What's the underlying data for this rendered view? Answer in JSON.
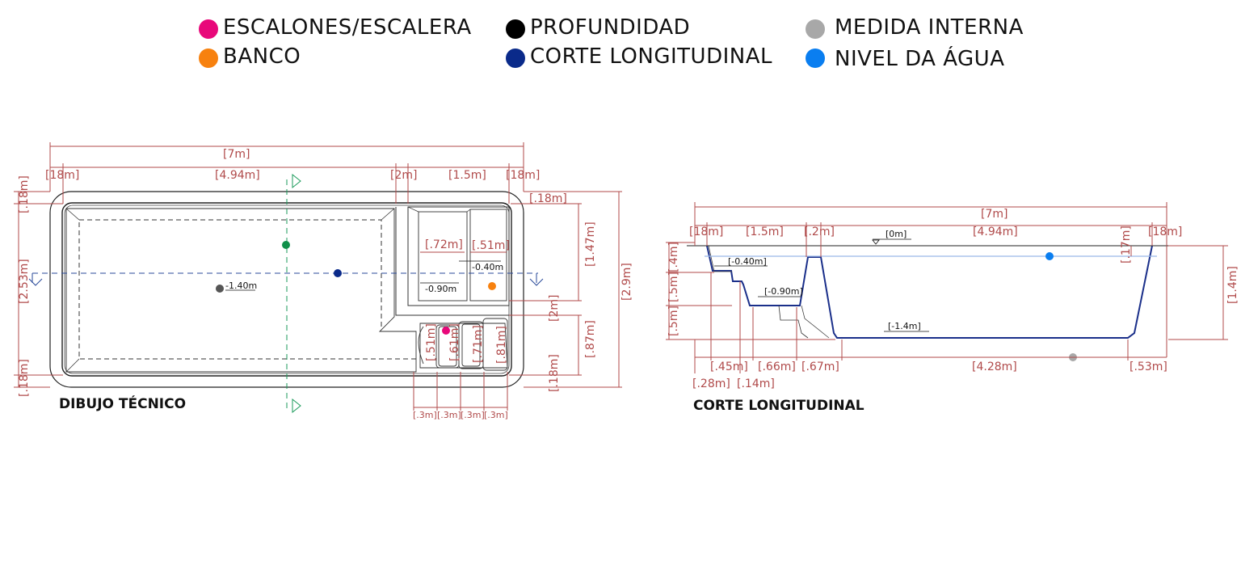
{
  "legend": [
    {
      "label": "ESCALONES/ESCALERA",
      "color": "#e8087a"
    },
    {
      "label": "BANCO",
      "color": "#f7810f"
    },
    {
      "label": "PROFUNDIDAD",
      "color": "#000000"
    },
    {
      "label": "CORTE LONGITUDINAL",
      "color": "#0a2a8a"
    },
    {
      "label": "MEDIDA INTERNA",
      "color": "#a8a8a8"
    },
    {
      "label": "NIVEL DA ÁGUA",
      "color": "#0a7ef0"
    }
  ],
  "plan": {
    "caption": "DIBUJO TÉCNICO",
    "dims": {
      "total_length": "[7m]",
      "seg_a": "[18m]",
      "seg_b": "[4.94m]",
      "seg_c": "[2m]",
      "seg_d": "[1.5m]",
      "seg_e": "[18m]",
      "right_top": "[.18m]",
      "left_top": "[.18m]",
      "left_mid": "[2.53m]",
      "left_bot": "[.18m]",
      "right_147": "[1.47m]",
      "right_2m": "[2m]",
      "right_87": "[.87m]",
      "right_bot18": "[.18m]",
      "total_width": "[2.9m]",
      "bench_72": "[.72m]",
      "bench_51": "[.51m]",
      "step_51": "[.51m]",
      "step_61": "[.61m]",
      "step_71": "[.71m]",
      "step_81": "[.81m]",
      "tread_1": "[.3m]",
      "tread_2": "[.3m]",
      "tread_3": "[.3m]",
      "tread_4": "[.3m]"
    },
    "levels": {
      "deep": "-1.40m",
      "bench_upper": "-0.40m",
      "bench_lower": "-0.90m"
    }
  },
  "section": {
    "caption": "CORTE LONGITUDINAL",
    "dims": {
      "total_length": "[7m]",
      "top_18a": "[18m]",
      "top_15": "[1.5m]",
      "top_2": "[.2m]",
      "top_494": "[4.94m]",
      "top_18b": "[18m]",
      "left_4": "[.4m]",
      "left_5a": "[.5m]",
      "left_5b": "[.5m]",
      "right_17": "[.17m]",
      "right_14": "[1.4m]",
      "bot_28": "[.28m]",
      "bot_45": "[.45m]",
      "bot_14": "[.14m]",
      "bot_66": "[.66m]",
      "bot_67": "[.67m]",
      "bot_428": "[4.28m]",
      "bot_53": "[.53m]"
    },
    "levels": {
      "top": "[0m]",
      "bench_upper": "[-0.40m]",
      "bench_lower": "[-0.90m]",
      "deep": "[-1.4m]"
    }
  }
}
